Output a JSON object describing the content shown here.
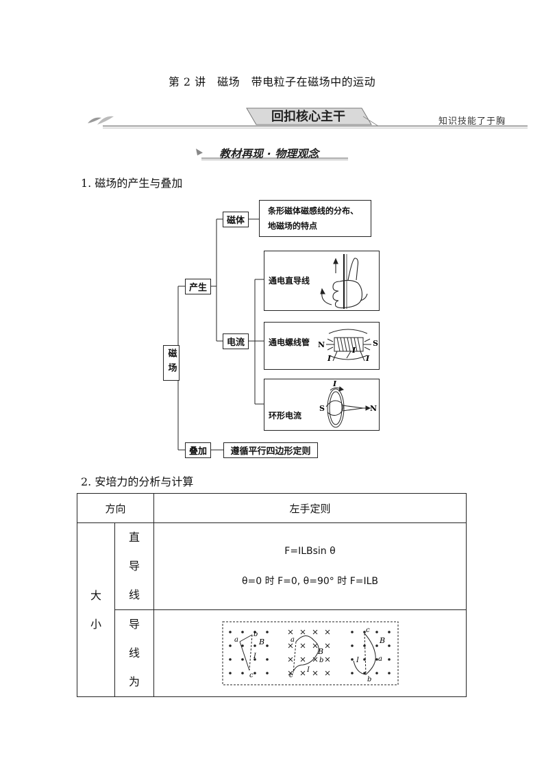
{
  "title": "第 2 讲　磁场　带电粒子在磁场中的运动",
  "banner": {
    "center": "回扣核心主干",
    "right": "知识技能了于胸"
  },
  "subbanner": "教材再现 · 物理观念",
  "section1": {
    "heading": "1. 磁场的产生与叠加",
    "root": "磁场",
    "produce": "产生",
    "superpose": "叠加",
    "magnet": "磁体",
    "current": "电流",
    "magnet_desc_1": "条形磁体磁感线的分布、",
    "magnet_desc_2": "地磁场的特点",
    "straight_wire": "通电直导线",
    "solenoid": "通电螺线管",
    "ring_current": "环形电流",
    "superpose_rule": "遵循平行四边形定则",
    "labels": {
      "N": "N",
      "S": "S",
      "I": "I"
    }
  },
  "section2": {
    "heading": "2. 安培力的分析与计算",
    "direction_label": "方向",
    "direction_value": "左手定则",
    "size_label": "大小",
    "straight_label": "直导线",
    "bent_label": "导线为",
    "formula_1": "F=ILBsin θ",
    "formula_2": "θ=0 时 F=0, θ=90° 时 F=ILB",
    "figure_labels": {
      "a": "a",
      "b": "b",
      "c": "c",
      "B": "B",
      "I": "I"
    }
  }
}
